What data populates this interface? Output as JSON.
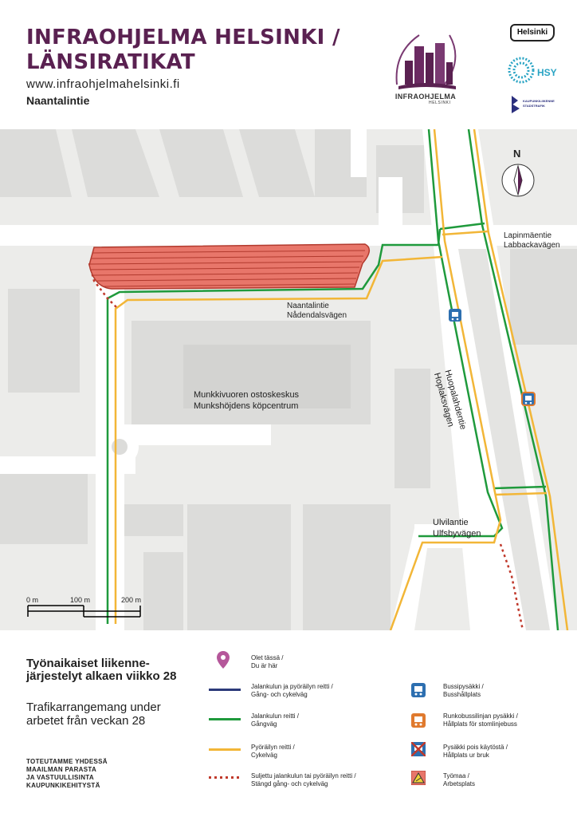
{
  "header": {
    "title_line1": "INFRAOHJELMA HELSINKI /",
    "title_line2": "LÄNSIRATIKAT",
    "website": "www.infraohjelmahelsinki.fi",
    "location": "Naantalintie",
    "logo_main_line1": "INFRAOHJELMA",
    "logo_main_line2": "HELSINKI",
    "logo_helsinki": "Helsinki",
    "logo_hsy": "HSY",
    "logo_kl_line1": "KAUPUNKILIIKENNE",
    "logo_kl_line2": "STADSTRAFIK"
  },
  "map": {
    "compass": "N",
    "labels": {
      "lapinmaentie": [
        "Lapinmäentie",
        "Labbackavägen"
      ],
      "naantalintie": [
        "Naantalintie",
        "Nådendalsvägen"
      ],
      "huopalahdentie": [
        "Huopalahdentie",
        "Hoplaksvägen"
      ],
      "ostoskeskus": [
        "Munkkivuoren ostoskeskus",
        "Munkshöjdens köpcentrum"
      ],
      "ulvilantie": [
        "Ulvilantie",
        "Ulfsbyvägen"
      ]
    },
    "scale": [
      "0 m",
      "100 m",
      "200 m"
    ],
    "colors": {
      "road": "#ffffff",
      "building": "#dcdcda",
      "ground": "#ececea",
      "walk_bike": "#2c3a7a",
      "walk": "#1f9a3c",
      "bike": "#f2b637",
      "closed": "#c0392b",
      "worksite": "#e8766a"
    }
  },
  "legend": {
    "heading": "Työnaikaiset liikenne-järjestelyt alkaen viikko 28",
    "subheading": "Trafikarrangemang under arbetet från veckan 28",
    "footer": [
      "TOTEUTAMME YHDESSÄ",
      "MAAILMAN PARASTA",
      "JA VASTUULLISINTA",
      "KAUPUNKIKEHITYSTÄ"
    ],
    "items": {
      "here": [
        "Olet tässä /",
        "Du är här"
      ],
      "walk_bike": [
        "Jalankulun ja pyöräilyn reitti /",
        "Gång- och cykelväg"
      ],
      "walk": [
        "Jalankulun reitti /",
        "Gångväg"
      ],
      "bike": [
        "Pyöräilyn reitti /",
        "Cykelväg"
      ],
      "closed": [
        "Suljettu jalankulun tai pyöräilyn reitti /",
        "Stängd gång- och cykelväg"
      ],
      "bus_stop": [
        "Bussipysäkki /",
        "Busshållplats"
      ],
      "trunk_stop": [
        "Runkobussilinjan pysäkki /",
        "Hållplats för stomlinjebuss"
      ],
      "stop_closed": [
        "Pysäkki pois käytöstä /",
        "Hållplats ur bruk"
      ],
      "worksite": [
        "Työmaa /",
        "Arbetsplats"
      ]
    }
  }
}
